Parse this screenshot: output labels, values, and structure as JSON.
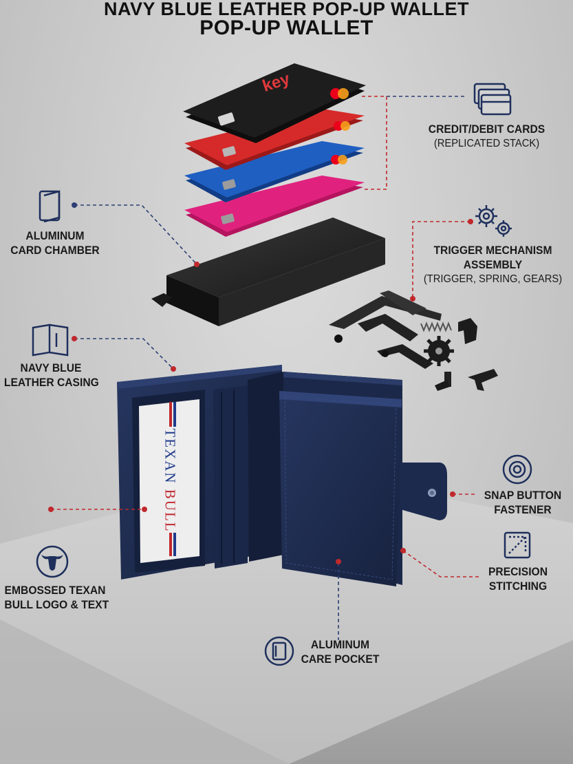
{
  "title": {
    "line1": "NAVY BLUE LEATHER POP-UP WALLET",
    "line2": "POP-UP WALLET"
  },
  "card_brand": "key",
  "window_text": {
    "line1": "TEXAN",
    "line2": "BULL"
  },
  "labels": {
    "credit_cards": {
      "line1": "CREDIT/DEBIT CARDS",
      "sub": "(REPLICATED STACK)"
    },
    "card_chamber": {
      "line1": "ALUMINUM",
      "line2": "CARD CHAMBER"
    },
    "trigger": {
      "line1": "TRIGGER MECHANISM",
      "line2": "ASSEMBLY",
      "sub": "(TRIGGER, SPRING, GEARS)"
    },
    "casing": {
      "line1": "NAVY BLUE",
      "line2": "LEATHER CASING"
    },
    "snap": {
      "line1": "SNAP BUTTON",
      "line2": "FASTENER"
    },
    "stitching": {
      "line1": "PRECISION",
      "line2": "STITCHING"
    },
    "logo": {
      "line1": "EMBOSSED TEXAN",
      "line2": "BULL LOGO & TEXT"
    },
    "pocket": {
      "line1": "ALUMINUM",
      "line2": "CARE POCKET"
    }
  },
  "colors": {
    "navy": "#1c2a4e",
    "navy_dark": "#121c36",
    "leader_red": "#c0282d",
    "leader_blue": "#2c3e74",
    "card_black": "#1d1d1d",
    "card_red": "#d62a2a",
    "card_blue": "#1f5fc2",
    "card_pink": "#e0227e",
    "chamber": "#222222",
    "icon_navy": "#1e2f5c"
  },
  "icons": [
    "cards-stack-icon",
    "card-chamber-icon",
    "gears-icon",
    "casing-icon",
    "snap-button-icon",
    "stitching-icon",
    "bull-logo-icon",
    "pocket-icon"
  ]
}
